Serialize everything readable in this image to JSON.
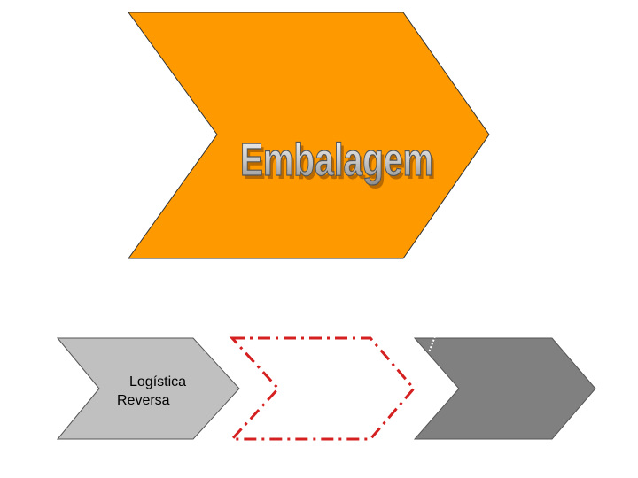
{
  "main_chevron": {
    "title": "Embalagem",
    "fill": "#FF9900",
    "stroke": "#333333"
  },
  "process_steps": [
    {
      "label_line1": "Logística",
      "label_line2": "Reversa",
      "fill": "#C0C0C0",
      "style": "solid"
    },
    {
      "label_line1": "",
      "label_line2": "",
      "fill": "#FFFFFF",
      "style": "dash-dot",
      "stroke": "#D42020"
    },
    {
      "label_line1": "",
      "label_line2": "",
      "fill": "#808080",
      "style": "solid"
    }
  ]
}
